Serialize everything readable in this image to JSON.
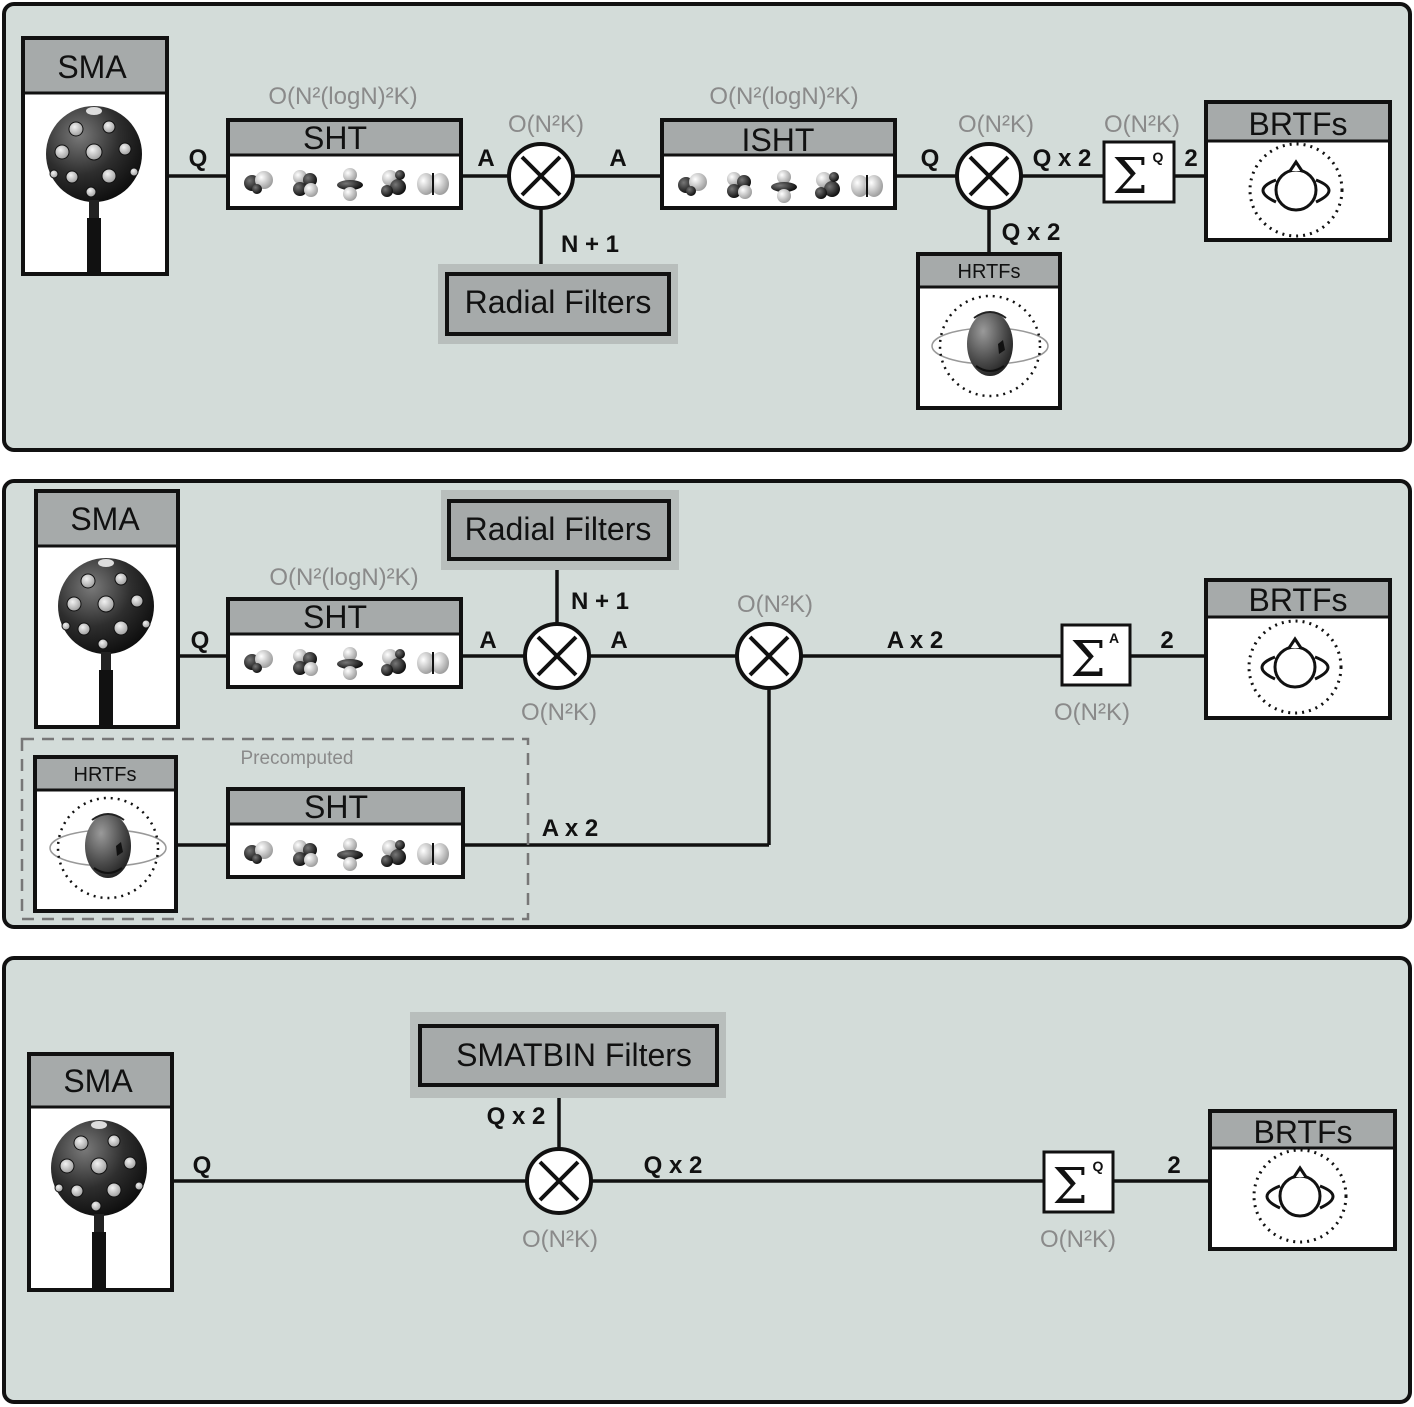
{
  "colors": {
    "panel_bg": "#d3dcd9",
    "header_bg": "#a6aaaa",
    "filter_halo": "#b8bebc",
    "line": "#111111",
    "complexity_text": "#8a8a8a"
  },
  "panel1": {
    "sma_title": "SMA",
    "sht_complexity": "O(N²(logN)²K)",
    "sht_title": "SHT",
    "ishtcomplexity": "O(N²(logN)²K)",
    "isht_title": "ISHT",
    "mult1_complexity": "O(N²K)",
    "mult2_complexity": "O(N²K)",
    "sum_complexity": "O(N²K)",
    "sum_symbol": "Σ",
    "sum_sup": "Q",
    "brtf_title": "BRTFs",
    "hrtf_title": "HRTFs",
    "radial_filters": "Radial Filters",
    "labels": {
      "q_in": "Q",
      "a1": "A",
      "a2": "A",
      "q_out": "Q",
      "qx2_out": "Q x 2",
      "two": "2",
      "n_plus_1": "N + 1",
      "qx2_hrtf": "Q x 2"
    }
  },
  "panel2": {
    "sma_title": "SMA",
    "sht_complexity": "O(N²(logN)²K)",
    "sht_title": "SHT",
    "radial_filters": "Radial Filters",
    "mult1_complexity": "O(N²K)",
    "mult2_complexity": "O(N²K)",
    "sum_complexity": "O(N²K)",
    "sum_symbol": "Σ",
    "sum_sup": "A",
    "brtf_title": "BRTFs",
    "precomputed": "Precomputed",
    "hrtf_title": "HRTFs",
    "sht2_title": "SHT",
    "labels": {
      "q_in": "Q",
      "a1": "A",
      "a2": "A",
      "ax2": "A x 2",
      "two": "2",
      "n_plus_1": "N + 1",
      "ax2_hrtf": "A x 2"
    }
  },
  "panel3": {
    "sma_title": "SMA",
    "smatbin_filters": "SMATBIN Filters",
    "mult_complexity": "O(N²K)",
    "sum_complexity": "O(N²K)",
    "sum_symbol": "Σ",
    "sum_sup": "Q",
    "brtf_title": "BRTFs",
    "labels": {
      "q_in": "Q",
      "qx2_filter": "Q x 2",
      "qx2_out": "Q x 2",
      "two": "2"
    }
  }
}
